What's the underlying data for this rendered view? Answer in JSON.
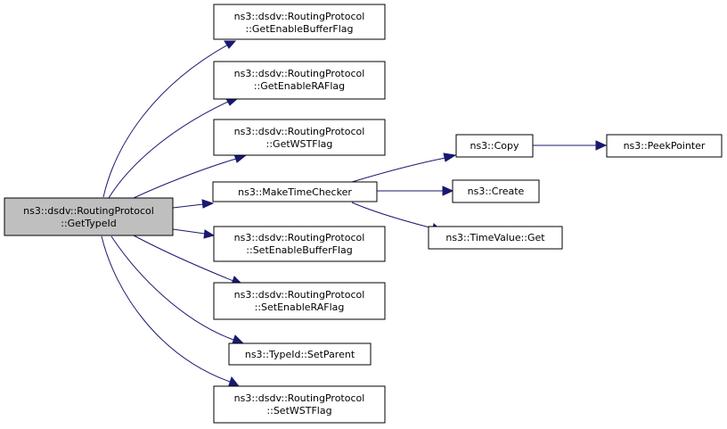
{
  "colors": {
    "edge": "#191970",
    "node_fill": "#ffffff",
    "root_fill": "#bfbfbf",
    "border": "#000000"
  },
  "nodes": {
    "root": {
      "line1": "ns3::dsdv::RoutingProtocol",
      "line2": "::GetTypeId"
    },
    "get_enable_buffer_flag": {
      "line1": "ns3::dsdv::RoutingProtocol",
      "line2": "::GetEnableBufferFlag"
    },
    "get_enable_ra_flag": {
      "line1": "ns3::dsdv::RoutingProtocol",
      "line2": "::GetEnableRAFlag"
    },
    "get_wst_flag": {
      "line1": "ns3::dsdv::RoutingProtocol",
      "line2": "::GetWSTFlag"
    },
    "make_time_checker": {
      "label": "ns3::MakeTimeChecker"
    },
    "set_enable_buffer_flag": {
      "line1": "ns3::dsdv::RoutingProtocol",
      "line2": "::SetEnableBufferFlag"
    },
    "set_enable_ra_flag": {
      "line1": "ns3::dsdv::RoutingProtocol",
      "line2": "::SetEnableRAFlag"
    },
    "typeid_set_parent": {
      "label": "ns3::TypeId::SetParent"
    },
    "set_wst_flag": {
      "line1": "ns3::dsdv::RoutingProtocol",
      "line2": "::SetWSTFlag"
    },
    "copy": {
      "label": "ns3::Copy"
    },
    "create": {
      "label": "ns3::Create"
    },
    "timevalue_get": {
      "label": "ns3::TimeValue::Get"
    },
    "peek_pointer": {
      "label": "ns3::PeekPointer"
    }
  }
}
